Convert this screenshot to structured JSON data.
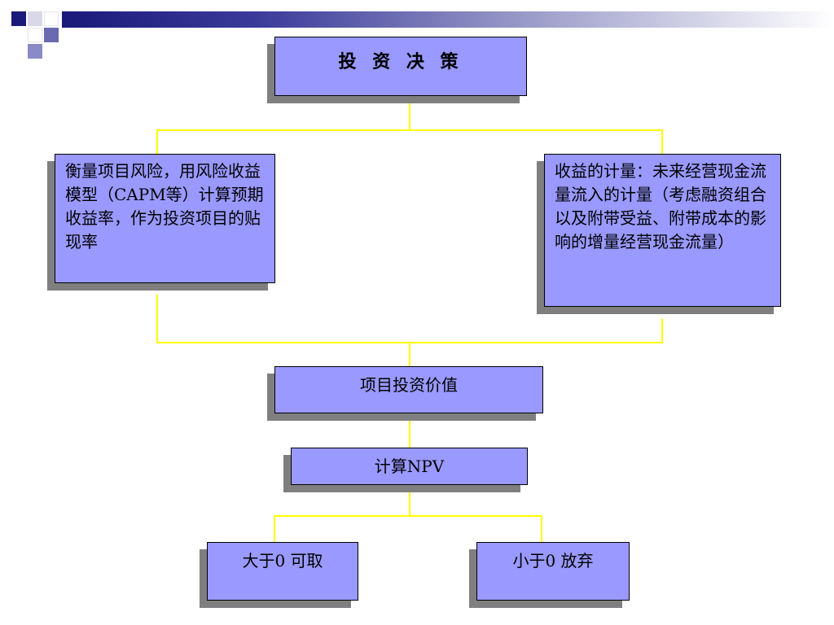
{
  "nodes": {
    "root": "投 资 决 策",
    "left": "衡量项目风险，用风险收益模型（CAPM等）计算预期收益率，作为投资项目的贴现率",
    "right": "收益的计量：未来经营现金流量流入的计量（考虑融资组合以及附带受益、附带成本的影响的增量经营现金流量）",
    "value": "项目投资价值",
    "npv": "计算NPV",
    "accept": "大于0 可取",
    "reject": "小于0 放弃"
  },
  "colors": {
    "box_fill": "#9999ff",
    "shadow": "#7f7f7f",
    "connector": "#ffff00"
  }
}
